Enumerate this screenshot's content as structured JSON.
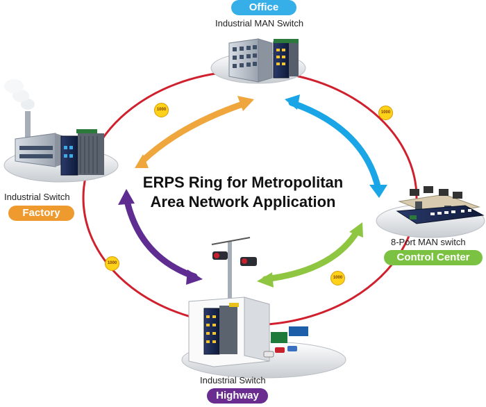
{
  "title": {
    "line1": "ERPS Ring for Metropolitan",
    "line2": "Area Network Application"
  },
  "nodes": {
    "office": {
      "label": "Office",
      "caption": "Industrial MAN Switch",
      "color": "#36aee8"
    },
    "factory": {
      "label": "Factory",
      "caption": "Industrial Switch",
      "color": "#ef9a2e"
    },
    "control": {
      "label": "Control Center",
      "caption": "8-Port MAN switch",
      "color": "#7cc242"
    },
    "highway": {
      "label": "Highway",
      "caption": "Industrial Switch",
      "color": "#6a2c8e"
    }
  },
  "links": {
    "badge": "1000",
    "ring_color": "#d0202e"
  },
  "arrows": {
    "orange": "#efa63c",
    "blue": "#1aa6e6",
    "green": "#8ec641",
    "purple": "#5f2d91"
  }
}
